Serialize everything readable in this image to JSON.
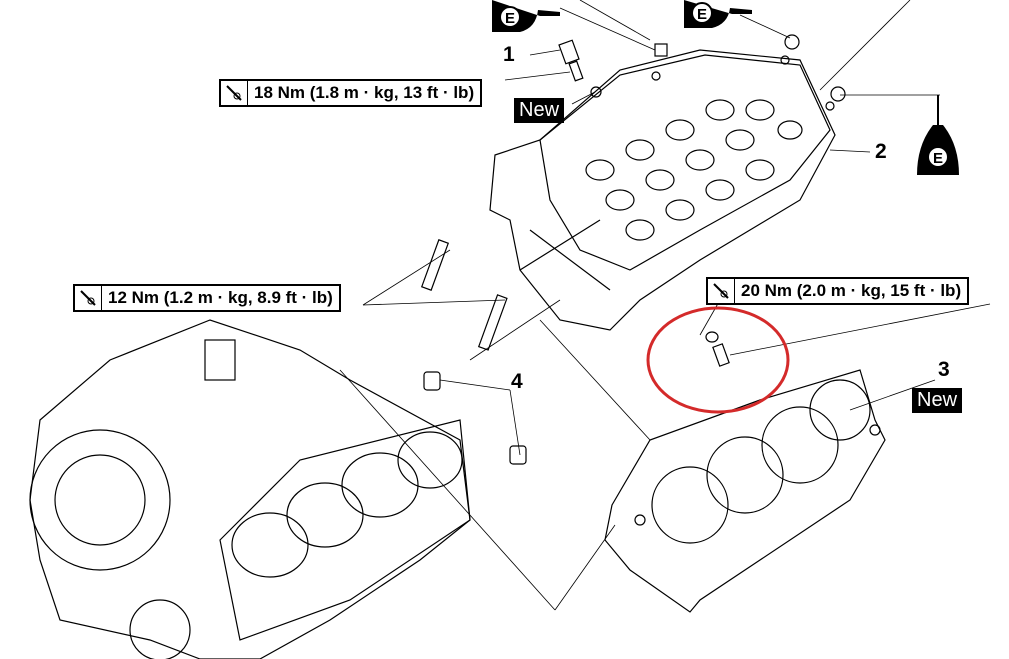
{
  "callouts": {
    "part1": "1",
    "part2": "2",
    "part3": "3",
    "part4": "4"
  },
  "torque_specs": {
    "sensor": "18 Nm (1.8 m · kg, 13 ft · lb)",
    "head_bolts": "12 Nm (1.2 m · kg, 8.9 ft · lb)",
    "small_bolt": "20 Nm (2.0 m · kg, 15 ft · lb)"
  },
  "badges": {
    "new_washer": "New",
    "new_gasket": "New"
  },
  "oil_symbol": "E",
  "colors": {
    "highlight": "#d42a2a",
    "ink": "#000000"
  },
  "icons": [
    "torque-wrench-icon",
    "engine-oil-can-icon"
  ]
}
